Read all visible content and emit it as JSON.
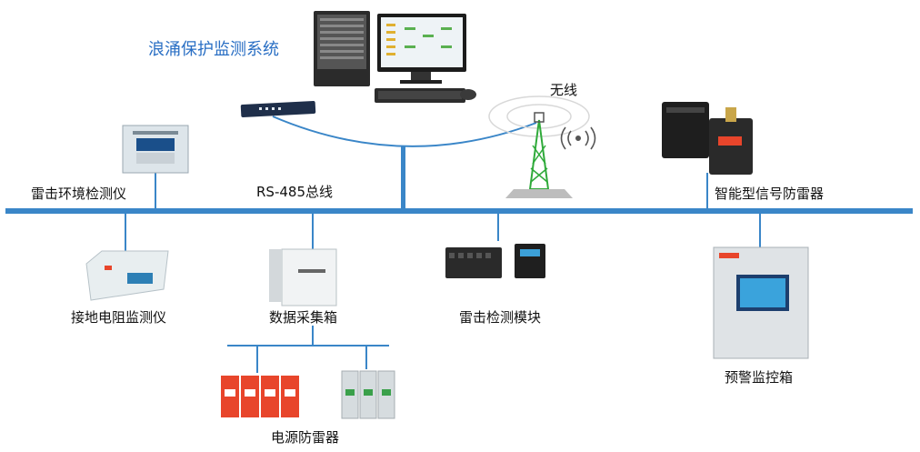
{
  "system_title": "浪涌保护监测系统",
  "bus_label": "RS-485总线",
  "wireless_label": "无线",
  "devices": {
    "lightning_env_monitor": "雷击环境检测仪",
    "ground_resistance_monitor": "接地电阻监测仪",
    "data_collection_box": "数据采集箱",
    "lightning_detection_module": "雷击检测模块",
    "smart_signal_spd": "智能型信号防雷器",
    "warning_monitor_box": "预警监控箱",
    "power_spd": "电源防雷器"
  },
  "colors": {
    "bus": "#3a86c8",
    "title": "#2a6fc4",
    "spd_red": "#e8452b",
    "tower_green": "#2faa3a"
  }
}
